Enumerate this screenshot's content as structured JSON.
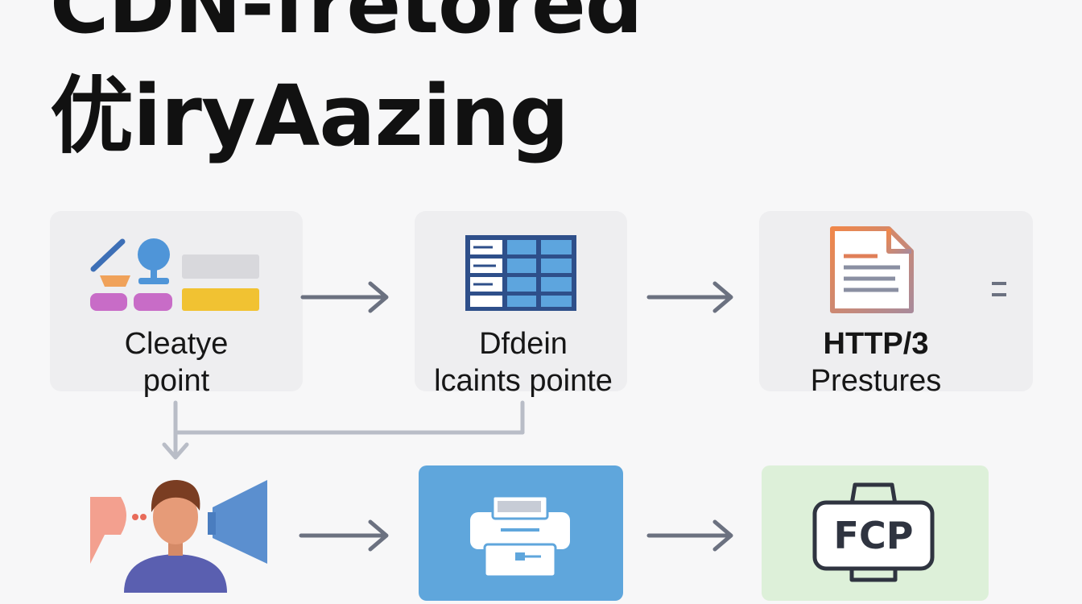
{
  "title": {
    "line1": "CDN-fretored",
    "line2": "优iryAazing"
  },
  "steps": [
    {
      "label_line1": "Cleatye",
      "label_line2": "point",
      "icon": "ui-components-icon"
    },
    {
      "label_line1": "Dfdein",
      "label_line2": "lcaints pointe",
      "icon": "table-grid-icon"
    },
    {
      "label_line1": "HTTP/3",
      "label_line2": "Prestures",
      "icon": "document-icon"
    },
    {
      "icon": "user-broadcast-icon"
    },
    {
      "icon": "printer-icon"
    },
    {
      "label": "FCP",
      "icon": "fcp-monitor-icon"
    }
  ],
  "colors": {
    "arrow": "#6b7180",
    "connector": "#b9bdc7",
    "blue_card": "#5fa6dc",
    "green_card": "#ddf0d9"
  }
}
